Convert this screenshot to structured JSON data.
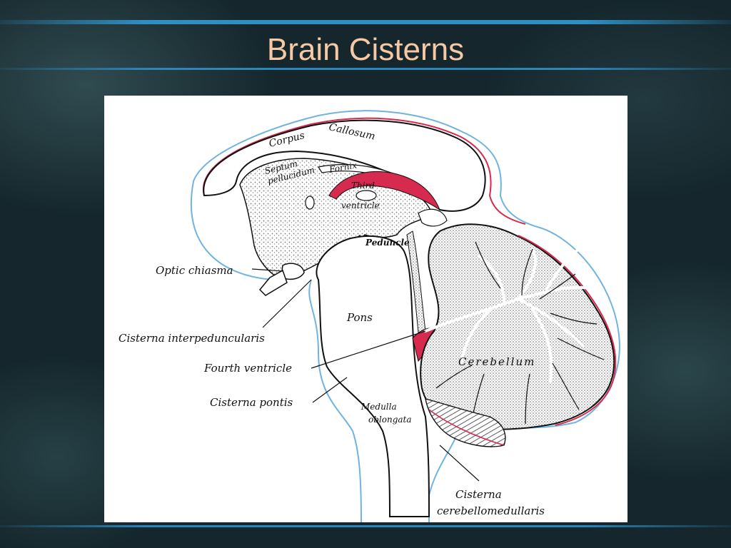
{
  "slide": {
    "title": "Brain Cisterns"
  },
  "diagram": {
    "labels": {
      "corpus": "Corpus",
      "callosum": "Callosum",
      "septum": "Septum",
      "pellucidum": "pellucidum",
      "fornix": "Fornix",
      "third": "Third",
      "ventricle": "ventricle",
      "peduncle": "Peduncle",
      "optic_chiasma": "Optic chiasma",
      "cisterna_interpeduncularis": "Cisterna interpeduncularis",
      "pons": "Pons",
      "fourth_ventricle": "Fourth ventricle",
      "cisterna_pontis": "Cisterna pontis",
      "cerebellum": "Cerebellum",
      "medulla": "Medulla",
      "oblongata": "oblongata",
      "cisterna": "Cisterna",
      "cerebellomedullaris": "cerebellomedullaris"
    },
    "colors": {
      "csf_line": "#6fb4e0",
      "ventricle_red": "#d62a4e",
      "stipple": "#9a9a9a",
      "ink": "#111111"
    }
  }
}
